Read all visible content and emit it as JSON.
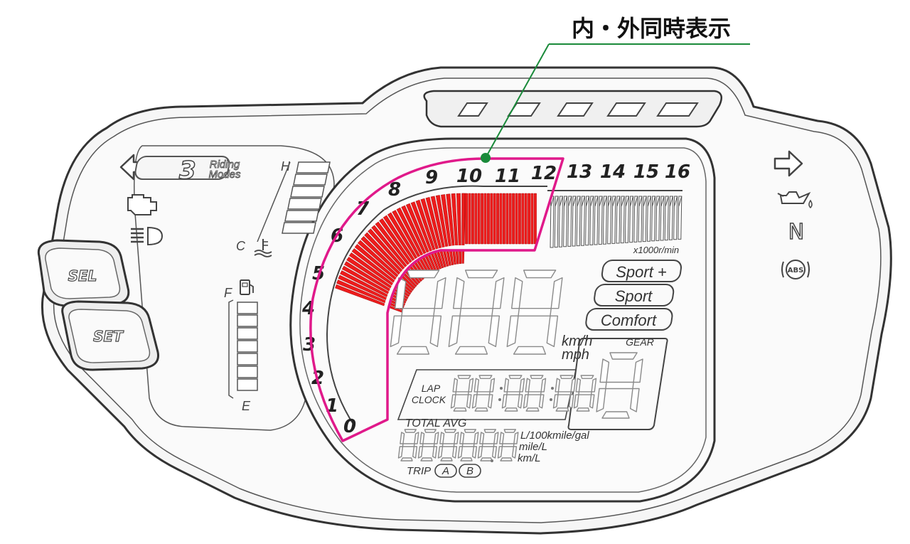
{
  "annotation": {
    "label": "内・外同時表示",
    "leader_color": "#1a8a3a",
    "highlight_color": "#e0198a"
  },
  "colors": {
    "tach_fill": "#ee1c1c",
    "outline": "#333333",
    "segment_ghost": "#8a8a8a",
    "body_fill": "#f4f4f4"
  },
  "tachometer": {
    "unit": "x1000r/min",
    "numbers": [
      "0",
      "1",
      "2",
      "3",
      "4",
      "5",
      "6",
      "7",
      "8",
      "9",
      "10",
      "11",
      "12",
      "13",
      "14",
      "15",
      "16"
    ],
    "lit_up_to": 12
  },
  "speed": {
    "units": [
      "km/h",
      "mph"
    ]
  },
  "modes": [
    "Sport +",
    "Sport",
    "Comfort"
  ],
  "gear": {
    "label": "GEAR"
  },
  "lap_clock": {
    "labels": [
      "LAP",
      "CLOCK"
    ]
  },
  "fuel_economy": {
    "label": "TOTAL AVG",
    "units": [
      "L/100kmile/gal",
      "mile/L",
      "km/L"
    ]
  },
  "trip": {
    "label": "TRIP",
    "buttons": [
      "A",
      "B"
    ]
  },
  "left_panel": {
    "riding_modes_badge": {
      "numeral": "3",
      "line1": "Riding",
      "line2": "Modes"
    },
    "temp_top": "H",
    "temp_bottom": "C",
    "fuel_top": "F",
    "fuel_bottom": "E"
  },
  "right_panel": {
    "neutral": "N",
    "abs": "ABS"
  },
  "buttons": {
    "sel": "SEL",
    "set": "SET"
  }
}
